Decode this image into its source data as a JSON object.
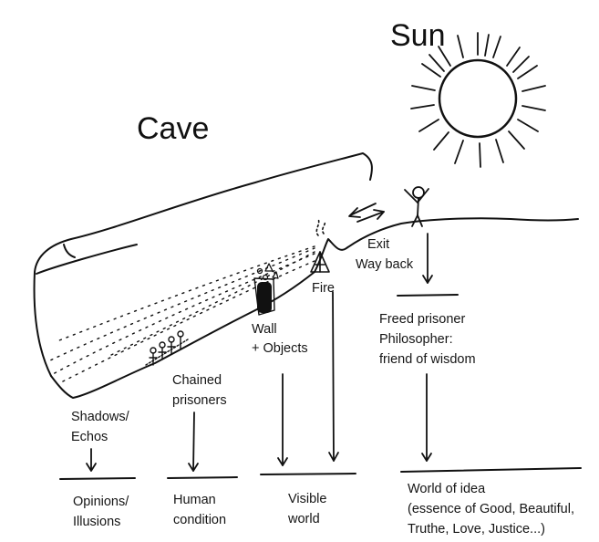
{
  "titles": {
    "sun": "Sun",
    "cave": "Cave"
  },
  "labels": {
    "exit": "Exit",
    "way_back": "Way back",
    "fire": "Fire",
    "wall": "Wall",
    "objects": "+ Objects",
    "chained_1": "Chained",
    "chained_2": "prisoners",
    "shadows_1": "Shadows/",
    "shadows_2": "Echos",
    "freed_1": "Freed prisoner",
    "freed_2": "Philosopher:",
    "freed_3": "friend of wisdom"
  },
  "outcomes": {
    "opinions_1": "Opinions/",
    "opinions_2": "Illusions",
    "human_1": "Human",
    "human_2": "condition",
    "visible_1": "Visible",
    "visible_2": "world",
    "idea_1": "World of idea",
    "idea_2": "(essence of Good, Beautiful,",
    "idea_3": "Truthe, Love, Justice...)"
  },
  "colors": {
    "ink": "#111111",
    "paper": "#ffffff"
  }
}
